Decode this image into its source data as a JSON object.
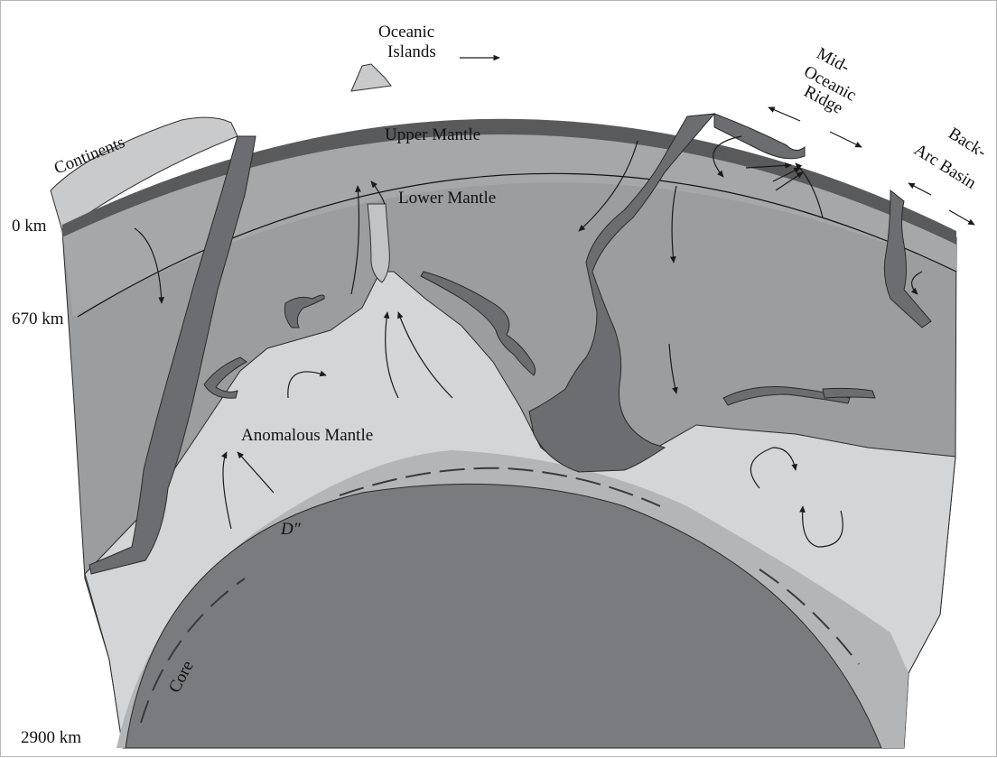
{
  "labels": {
    "oceanic_islands_1": "Oceanic",
    "oceanic_islands_2": "Islands",
    "mid_oceanic_1": "Mid-",
    "mid_oceanic_2": "Oceanic",
    "mid_oceanic_3": "Ridge",
    "back_arc_1": "Back-",
    "back_arc_2": "Arc Basin",
    "continents": "Continents",
    "upper_mantle": "Upper Mantle",
    "lower_mantle": "Lower Mantle",
    "anomalous_mantle": "Anomalous Mantle",
    "d_double_prime": "D″",
    "core": "Core"
  },
  "depths": {
    "surface": "0 km",
    "transition": "670 km",
    "core_mantle": "2900 km"
  },
  "colors": {
    "lithosphere": "#595a5c",
    "slab": "#6c6d70",
    "lower_mantle": "#9c9d9f",
    "upper_mantle": "#a6a7a9",
    "anomalous_mantle": "#d4d5d6",
    "d_layer": "#b4b5b7",
    "core": "#7a7b7e",
    "continent": "#c9cacb"
  }
}
